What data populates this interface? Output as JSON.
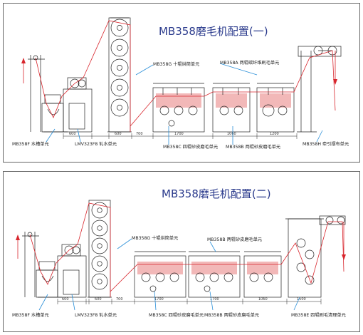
{
  "config1": {
    "title": "MB358磨毛机配置(一)",
    "labels": {
      "m358g": "MB358G 十辊烘筒单元",
      "m358a": "MB358A 两辊碳纤维刷毛单元",
      "m358f": "MB358F 水槽单元",
      "lmv": "LMV323F8 轧水单元",
      "m358c": "MB358C 四辊砂皮磨毛单元",
      "m358b": "MB358B 两辊砂皮磨毛单元",
      "m358h": "MB358H 牵引摆布单元"
    },
    "dims": [
      "600",
      "600",
      "700",
      "1700",
      "1060",
      "1200"
    ]
  },
  "config2": {
    "title": "MB358磨毛机配置(二)",
    "labels": {
      "m358g": "MB358G 十辊烘筒单元",
      "m358b": "MB358B 两辊砂皮磨毛单元",
      "m358f": "MB358F 水槽单元",
      "lmv": "LMV323F8 轧水单元",
      "m358c": "MB358C 四辊砂皮磨毛单元",
      "m358e": "MB358E 四辊刷毛清理单元"
    },
    "dims": [
      "600",
      "600",
      "700",
      "1700",
      "1700",
      "1060",
      "1500"
    ]
  },
  "colors": {
    "title": "#2a3a8c",
    "fabric": "#d8262d",
    "arrow": "#2a8fd8",
    "pink": "#f2b8b8",
    "line": "#222222"
  }
}
